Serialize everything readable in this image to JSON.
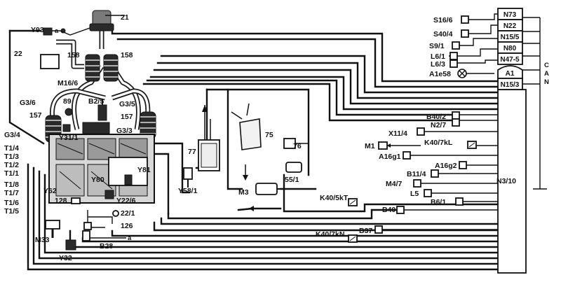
{
  "components": {
    "c21": "21",
    "y93": "Y93",
    "a_top": "a",
    "c22": "22",
    "c158_l": "158",
    "c158_r": "158",
    "m16_6": "M16/6",
    "c89": "89",
    "b2_5": "B2/5",
    "g3_6": "G3/6",
    "g3_5": "G3/5",
    "c157_l": "157",
    "c157_r": "157",
    "y31_1": "Y31/1",
    "g3_3": "G3/3",
    "g3_4": "G3/4",
    "t1_4": "T1/4",
    "t1_3": "T1/3",
    "t1_2": "T1/2",
    "t1_1": "T1/1",
    "t1_8": "T1/8",
    "t1_7": "T1/7",
    "t1_6": "T1/6",
    "t1_5": "T1/5",
    "y62": "Y62",
    "y80": "Y80",
    "y81": "Y81",
    "y22_6": "Y22/6",
    "c128": "128",
    "c22_1": "22/1",
    "c126": "126",
    "m33": "M33",
    "y32": "Y32",
    "b28": "B28",
    "a_bot": "a",
    "c77": "77",
    "y58_1": "Y58/1",
    "c75": "75",
    "c76": "76",
    "c55_1": "55/1",
    "m3": "M3",
    "k40_5kt": "K40/5kT",
    "k40_7kn": "K40/7kN",
    "b37": "B37",
    "b40": "B40",
    "b40_2": "B40/2",
    "n2_7": "N2/7",
    "x11_4": "X11/4",
    "m1": "M1",
    "k40_7kl": "K40/7kL",
    "a16g1": "A16g1",
    "a16g2": "A16g2",
    "b11_4": "B11/4",
    "m4_7": "M4/7",
    "l5": "L5",
    "b6_1": "B6/1",
    "n3_10": "N3/10",
    "s16_6": "S16/6",
    "s40_4": "S40/4",
    "s9_1": "S9/1",
    "l6_1": "L6/1",
    "l6_3": "L6/3",
    "a1e58": "A1e58"
  },
  "modules": {
    "n73": "N73",
    "n22": "N22",
    "n15_5": "N15/5",
    "n80": "N80",
    "n47_5": "N47-5",
    "a1": "A1",
    "n15_3": "N15/3"
  },
  "can_label": [
    "C",
    "A",
    "N"
  ]
}
